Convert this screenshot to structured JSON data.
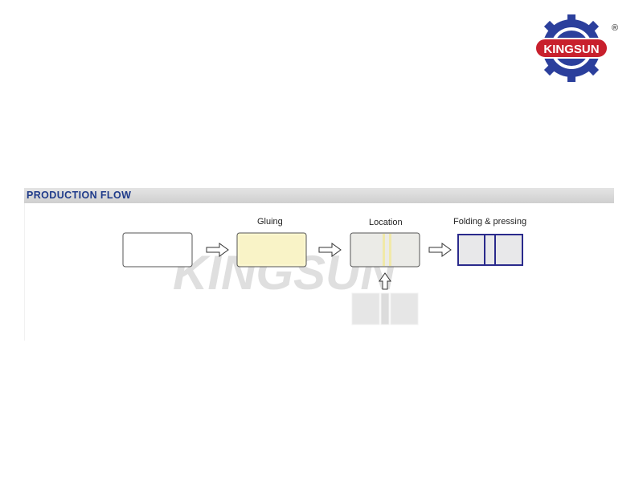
{
  "brand": {
    "logo_text": "KINGSUN",
    "registered_mark": "®",
    "watermark_text": "KINGSUN",
    "colors": {
      "red": "#c8202d",
      "blue": "#2b3f9c",
      "watermark": "#dadada"
    }
  },
  "section": {
    "title": "PRODUCTION FLOW"
  },
  "stages": [
    {
      "label": ""
    },
    {
      "label": "Gluing"
    },
    {
      "label": "Location"
    },
    {
      "label": "Folding & pressing"
    }
  ],
  "colors": {
    "stage_blank_fill": "#ffffff",
    "stage_glue_fill": "#fbf7cf",
    "stage_location_fill": "#ebebe7",
    "glue_stripe": "#f1e9a8",
    "stage_fold_stroke": "#2a2a8c",
    "stage_fold_fill": "#e8e8ea",
    "header_text": "#1f3b8a"
  }
}
